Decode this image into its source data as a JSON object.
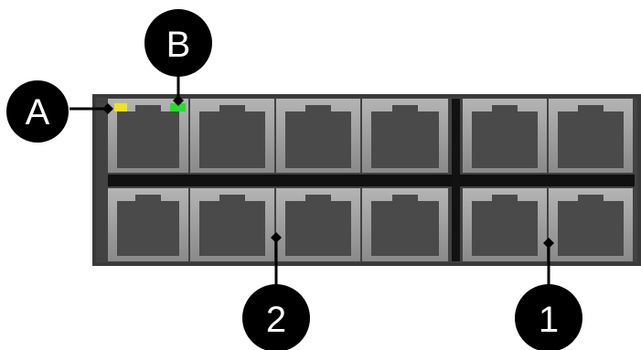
{
  "callouts": {
    "a": "A",
    "b": "B",
    "one": "1",
    "two": "2"
  },
  "leds": {
    "left_color": "#f2e21a",
    "right_color": "#22e02a"
  },
  "colors": {
    "panel": "#3c3c3c",
    "port_frame": "#9a9a9a",
    "port_cavity": "#4a4a4a",
    "callout": "#000000"
  }
}
